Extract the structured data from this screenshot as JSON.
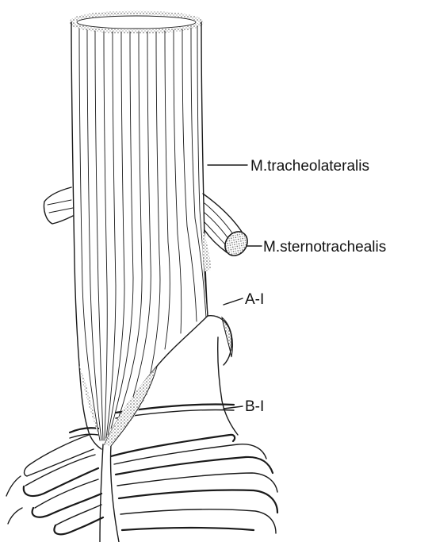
{
  "labels": {
    "tracheolateralis": "M.tracheolateralis",
    "sternotrachealis": "M.sternotrachealis",
    "a1": "A-I",
    "b1": "B-I"
  },
  "colors": {
    "ink": "#1a1a1a",
    "stipple": "#cfcfcf",
    "background": "#ffffff"
  }
}
